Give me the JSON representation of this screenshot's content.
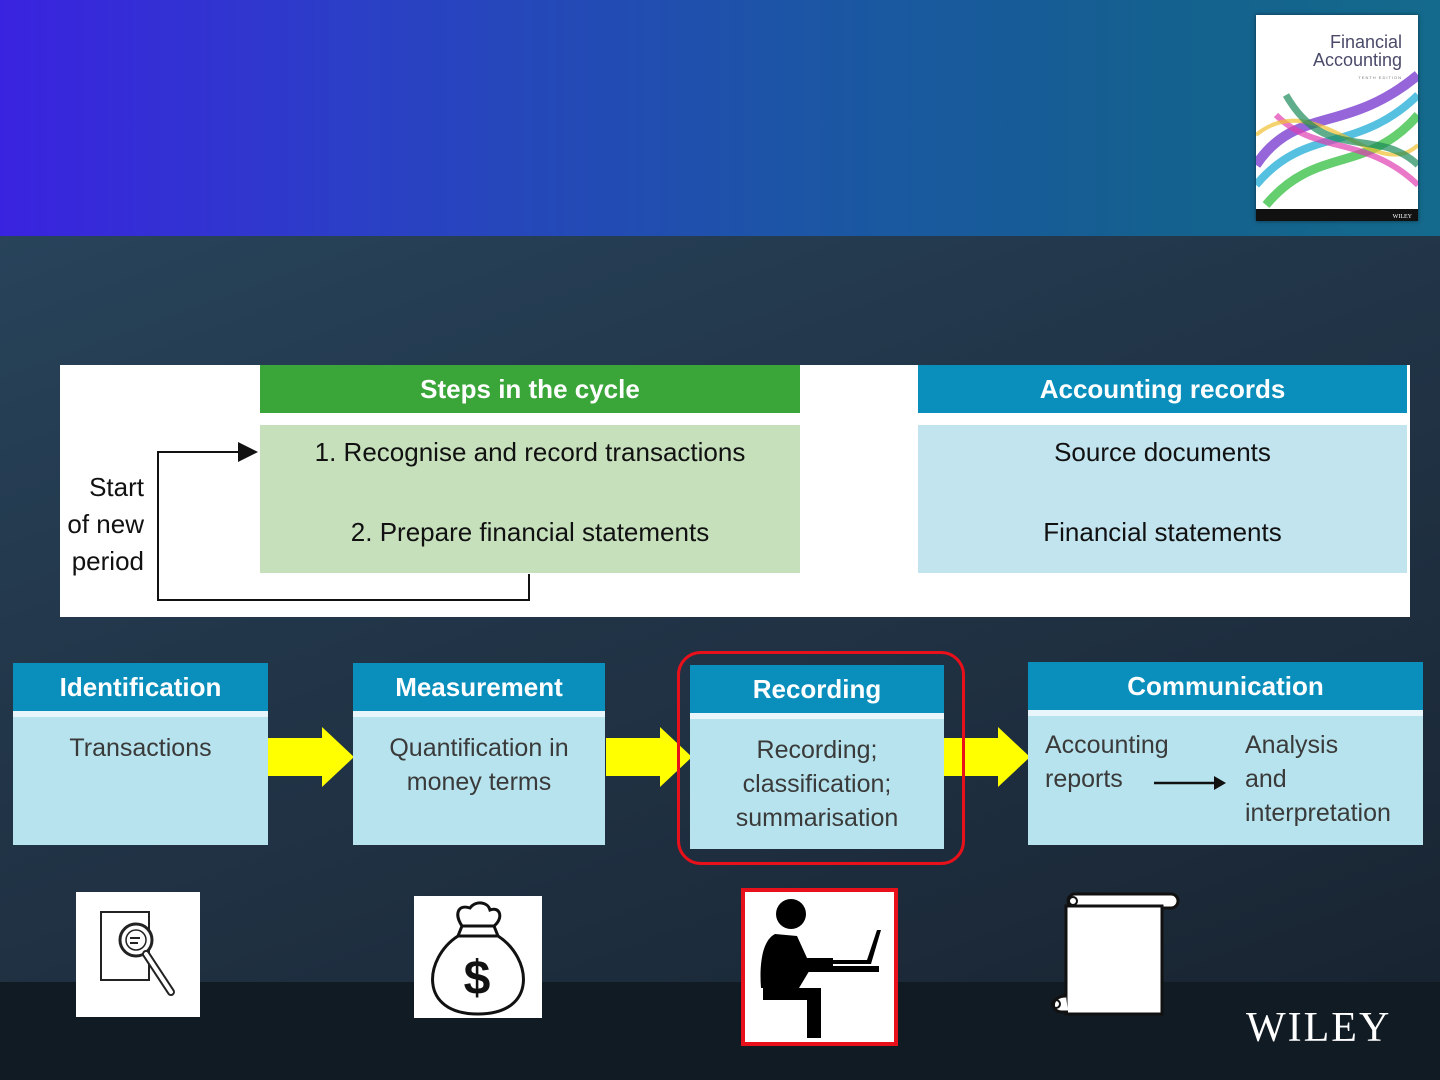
{
  "book": {
    "title_line1": "Financial",
    "title_line2": "Accounting",
    "edition": "TENTH EDITION",
    "publisher": "WILEY"
  },
  "cycle_diagram": {
    "start_label": [
      "Start",
      "of new",
      "period"
    ],
    "steps": {
      "header": "Steps in the cycle",
      "step1": "1. Recognise and record transactions",
      "step2": "2. Prepare financial statements"
    },
    "records": {
      "header": "Accounting records",
      "item1": "Source documents",
      "item2": "Financial statements"
    }
  },
  "process_stages": [
    {
      "title": "Identification",
      "lines": [
        "Transactions"
      ]
    },
    {
      "title": "Measurement",
      "lines": [
        "Quantification in",
        "money terms"
      ]
    },
    {
      "title": "Recording",
      "lines": [
        "Recording;",
        "classification;",
        "summarisation"
      ]
    },
    {
      "title": "Communication",
      "left_lines": [
        "Accounting",
        "reports"
      ],
      "right_lines": [
        "Analysis",
        "and",
        "interpretation"
      ]
    }
  ],
  "icons": [
    "document-search-icon",
    "money-bag-icon",
    "person-at-computer-icon",
    "scroll-icon"
  ],
  "logo": "WILEY",
  "colors": {
    "green_header": "#3aa63a",
    "green_body": "#c6e0bc",
    "blue_header": "#0a8fbd",
    "blue_body": "#b6e3ed",
    "arrow_yellow": "#ffff00",
    "highlight_red": "#e8101a"
  }
}
